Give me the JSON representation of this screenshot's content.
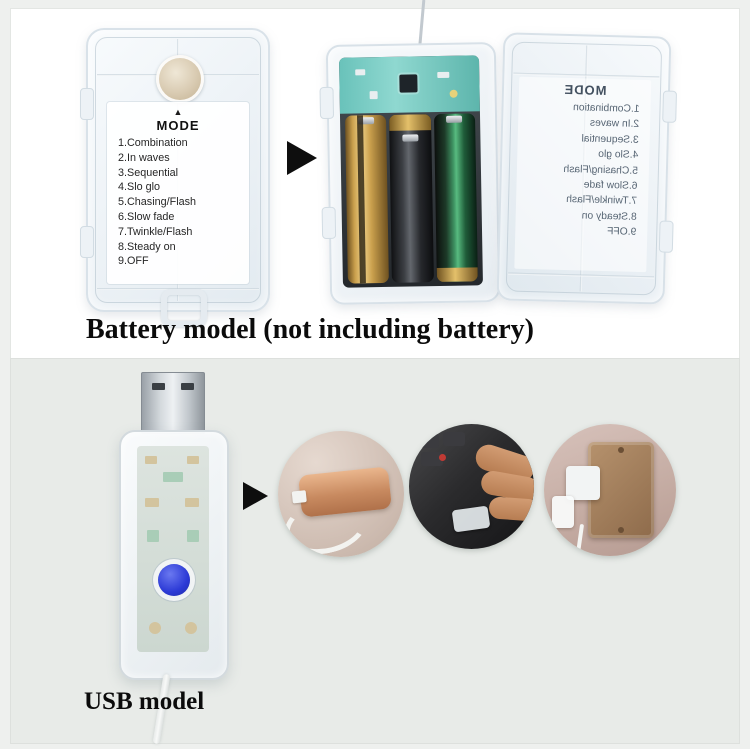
{
  "battery_section": {
    "mode_arrow": "▲",
    "mode_title": "MODE",
    "modes": [
      "1.Combination",
      "2.In waves",
      "3.Sequential",
      "4.Slo glo",
      "5.Chasing/Flash",
      "6.Slow fade",
      "7.Twinkle/Flash",
      "8.Steady on",
      "9.OFF"
    ],
    "caption": "Battery model (not including battery)"
  },
  "usb_section": {
    "caption": "USB model"
  },
  "colors": {
    "arrow_black": "#0e0e0e",
    "usb_button_blue": "#2c3ad6",
    "pcb_teal": "#69c2ba",
    "battery_gold": "#caa04d",
    "top_panel_bg": "#ffffff",
    "bottom_panel_bg": "#e8ebe8"
  }
}
